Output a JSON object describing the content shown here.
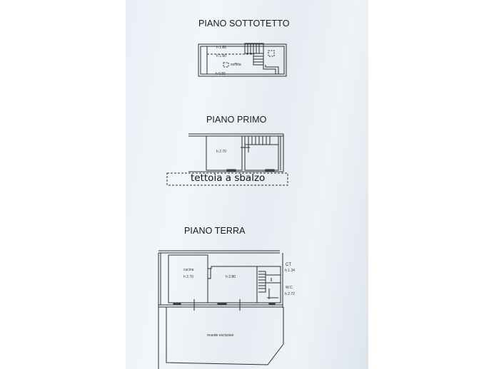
{
  "document": {
    "type": "floor-plan",
    "floors": [
      {
        "title": "PIANO SOTTOTETTO",
        "labels": [
          {
            "text": "h 1.80"
          },
          {
            "text": "h 1.80"
          },
          {
            "text": "soffitta"
          },
          {
            "text": "h 0.55"
          }
        ]
      },
      {
        "title": "PIANO PRIMO",
        "labels": [
          {
            "text": "h 2.70"
          }
        ],
        "canopy_label": "tettoia a sbalzo"
      },
      {
        "title": "PIANO TERRA",
        "labels": [
          {
            "text": "cucina"
          },
          {
            "text": "h 2.70"
          },
          {
            "text": "h 2.80"
          },
          {
            "text": "CT"
          },
          {
            "text": "h 1.34"
          },
          {
            "text": "W.C."
          },
          {
            "text": "h 2.72"
          },
          {
            "text": "resede esclusive"
          }
        ]
      }
    ]
  },
  "colors": {
    "paper": "#e9f0f6",
    "ink": "#2a2a2a",
    "background": "#ffffff"
  }
}
